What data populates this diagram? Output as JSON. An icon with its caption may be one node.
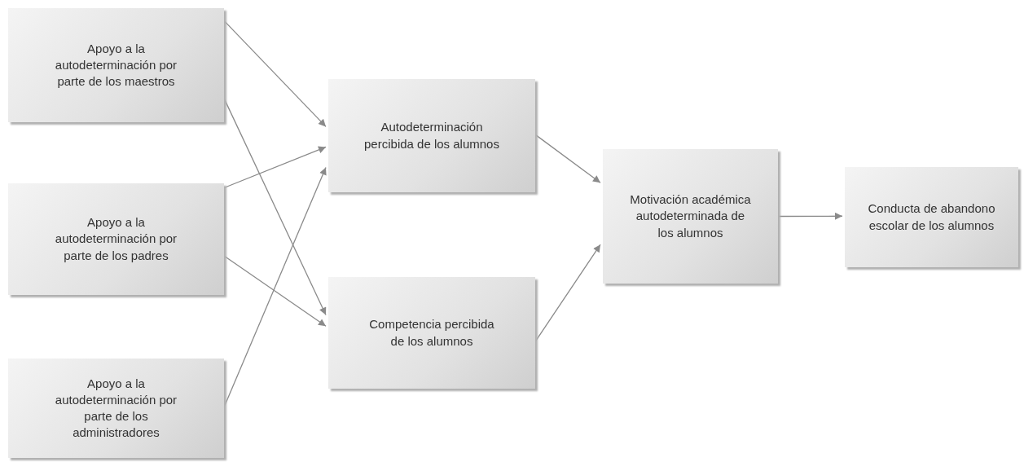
{
  "diagram": {
    "nodes": [
      {
        "text": [
          "Apoyo a la autodeterminación por parte de los maestros"
        ]
      },
      {
        "text": [
          "Apoyo a la autodeterminación por parte de los padres"
        ]
      },
      {
        "text": [
          "Apoyo a la autodeterminación por parte de los administradores"
        ]
      },
      {
        "text": [
          "Autodeterminación percibida de los alumnos"
        ]
      },
      {
        "text": [
          "Competencia percibida de los alumnos"
        ]
      },
      {
        "text": [
          "Motivación académica autodeterminada de los alumnos"
        ]
      },
      {
        "text": [
          "Conducta de abandono escolar de los alumnos"
        ]
      }
    ],
    "edges": [
      {
        "from": 0,
        "to": 3,
        "arrow": "to"
      },
      {
        "from": 0,
        "to": 4,
        "arrow": "to"
      },
      {
        "from": 1,
        "to": 3,
        "arrow": "to"
      },
      {
        "from": 1,
        "to": 4,
        "arrow": "to"
      },
      {
        "from": 2,
        "to": 3,
        "arrow": "to"
      },
      {
        "from": 3,
        "to": 5,
        "arrow": "to"
      },
      {
        "from": 4,
        "to": 5,
        "arrow": "to"
      },
      {
        "from": 5,
        "to": 6,
        "arrow": "to"
      }
    ]
  }
}
